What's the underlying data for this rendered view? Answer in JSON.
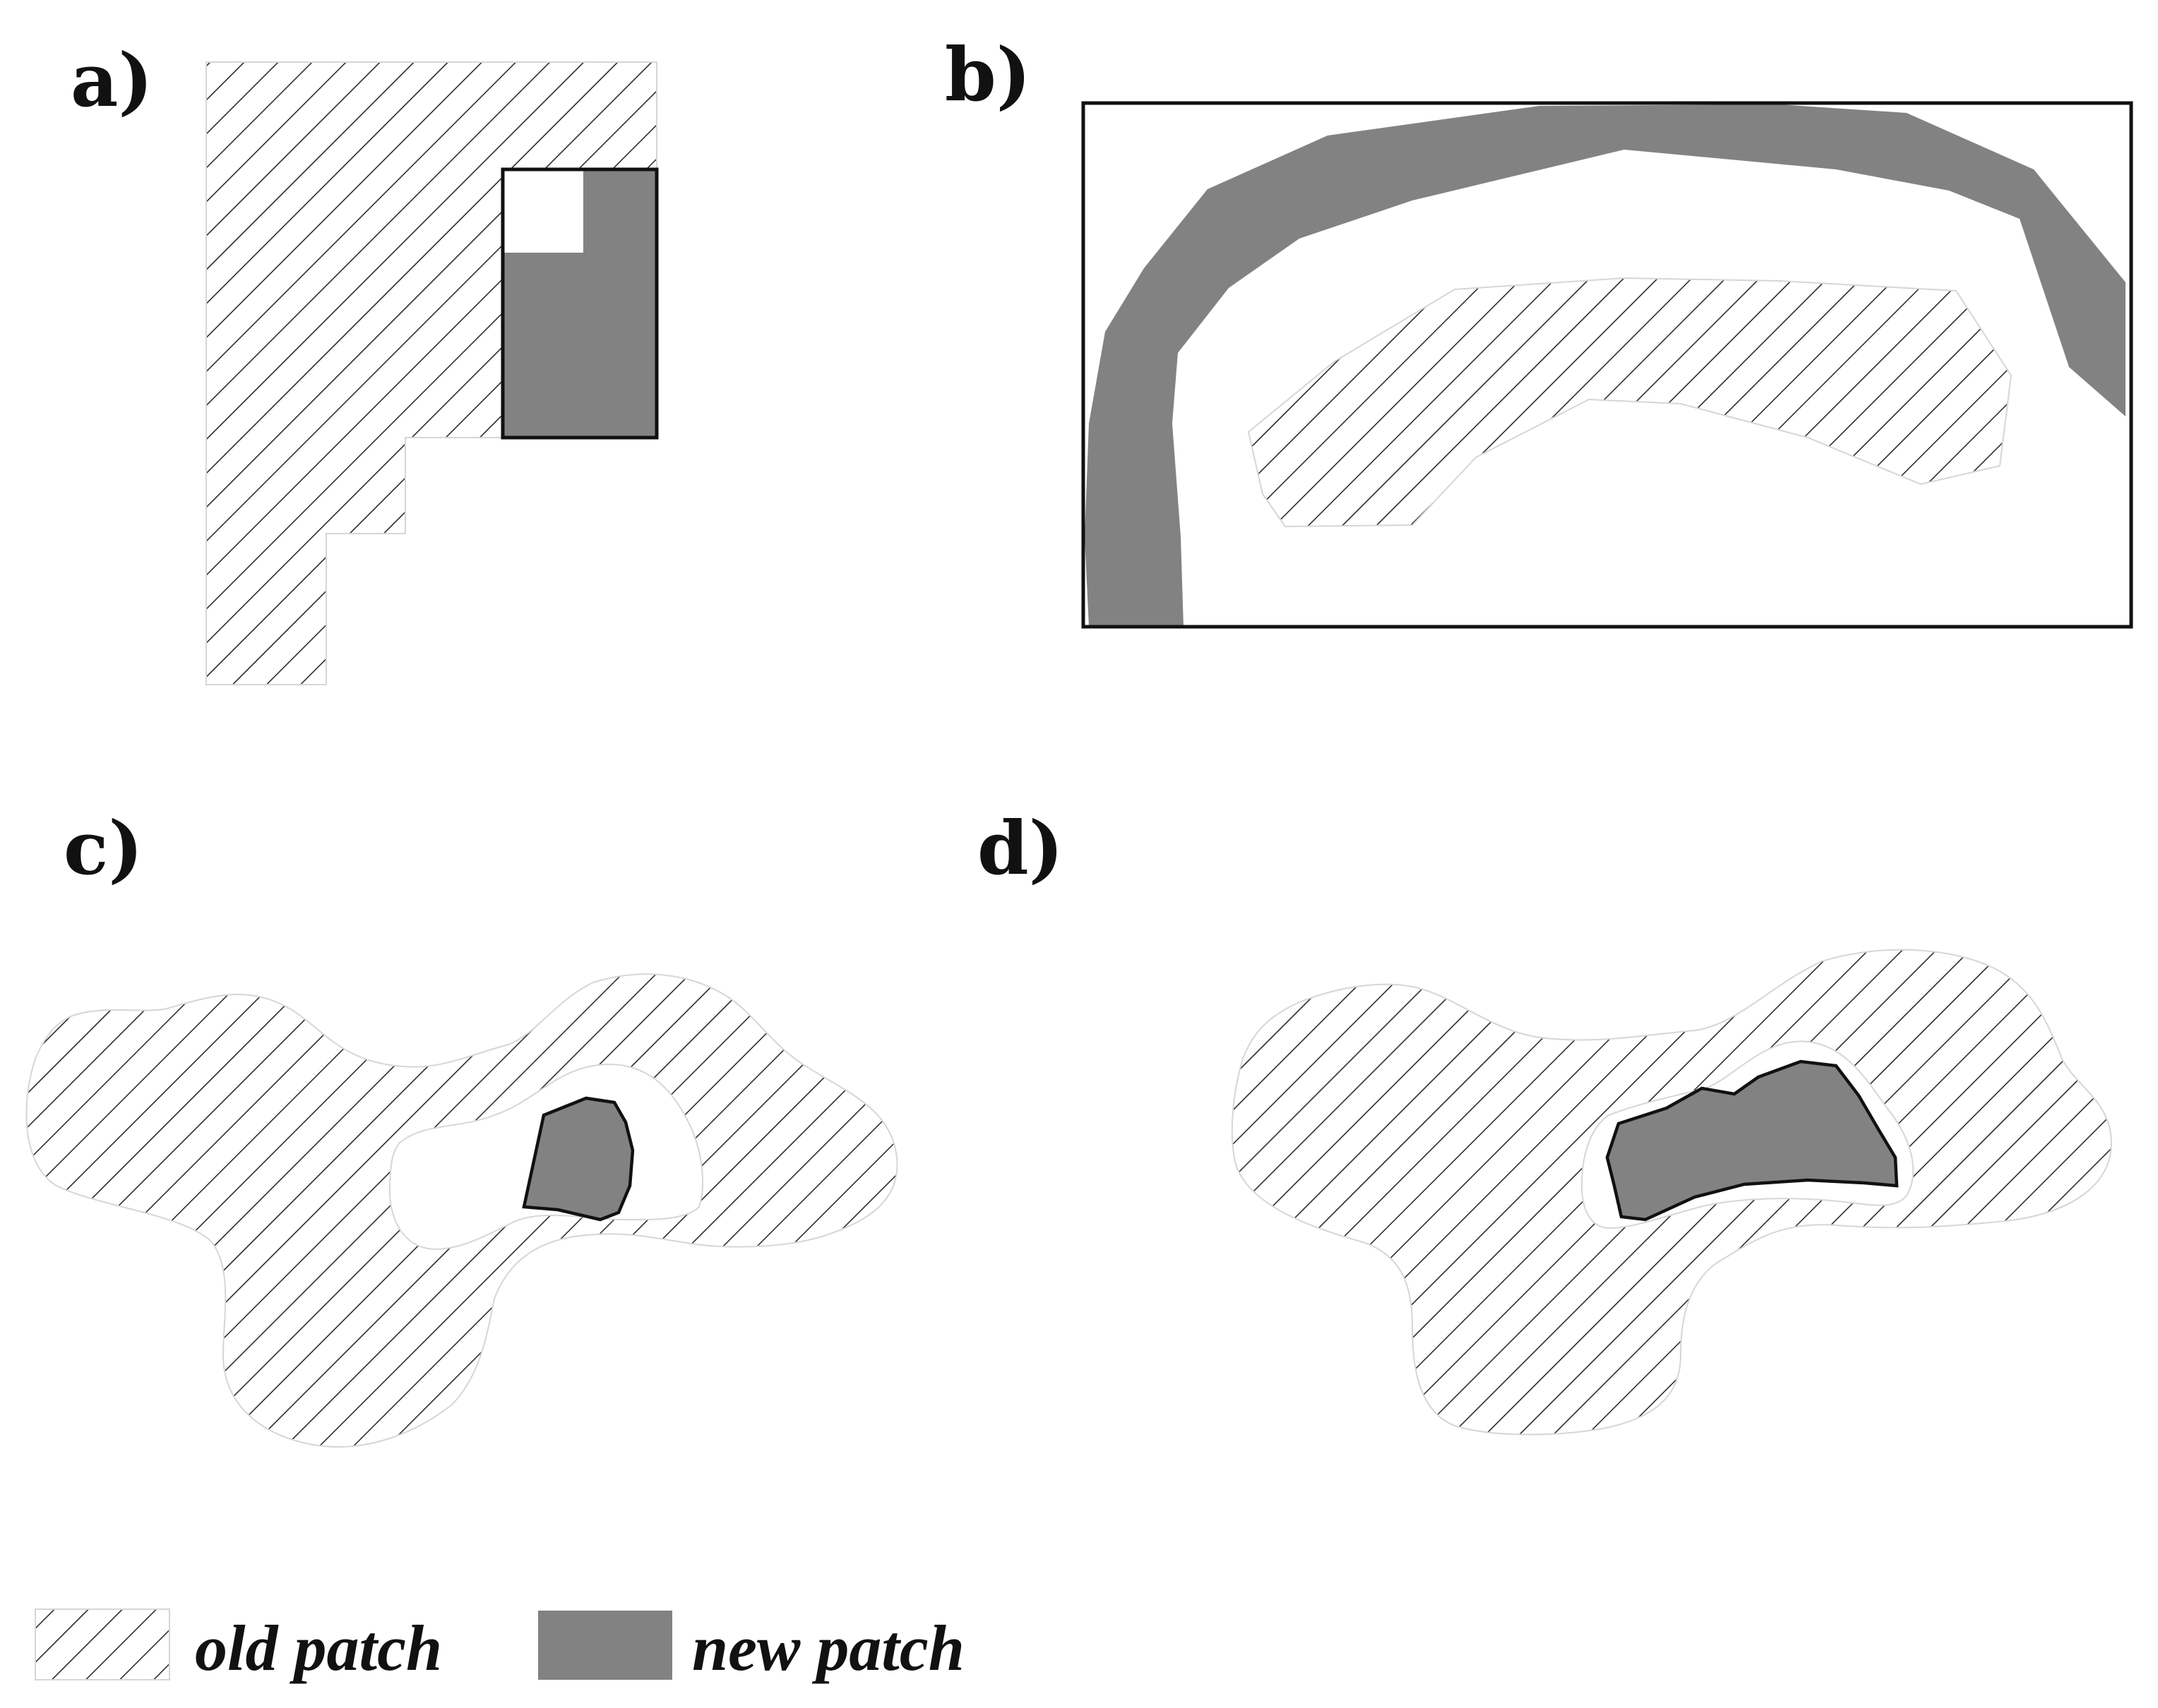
{
  "panels": {
    "a": {
      "label": "a)"
    },
    "b": {
      "label": "b)"
    },
    "c": {
      "label": "c)"
    },
    "d": {
      "label": "d)"
    }
  },
  "legend": {
    "old_label": "old patch",
    "new_label": "new patch"
  },
  "colors": {
    "new_patch_fill": "#828282",
    "hatch_stroke": "#2b2b2b",
    "outline": "#111111",
    "background": "#ffffff"
  }
}
